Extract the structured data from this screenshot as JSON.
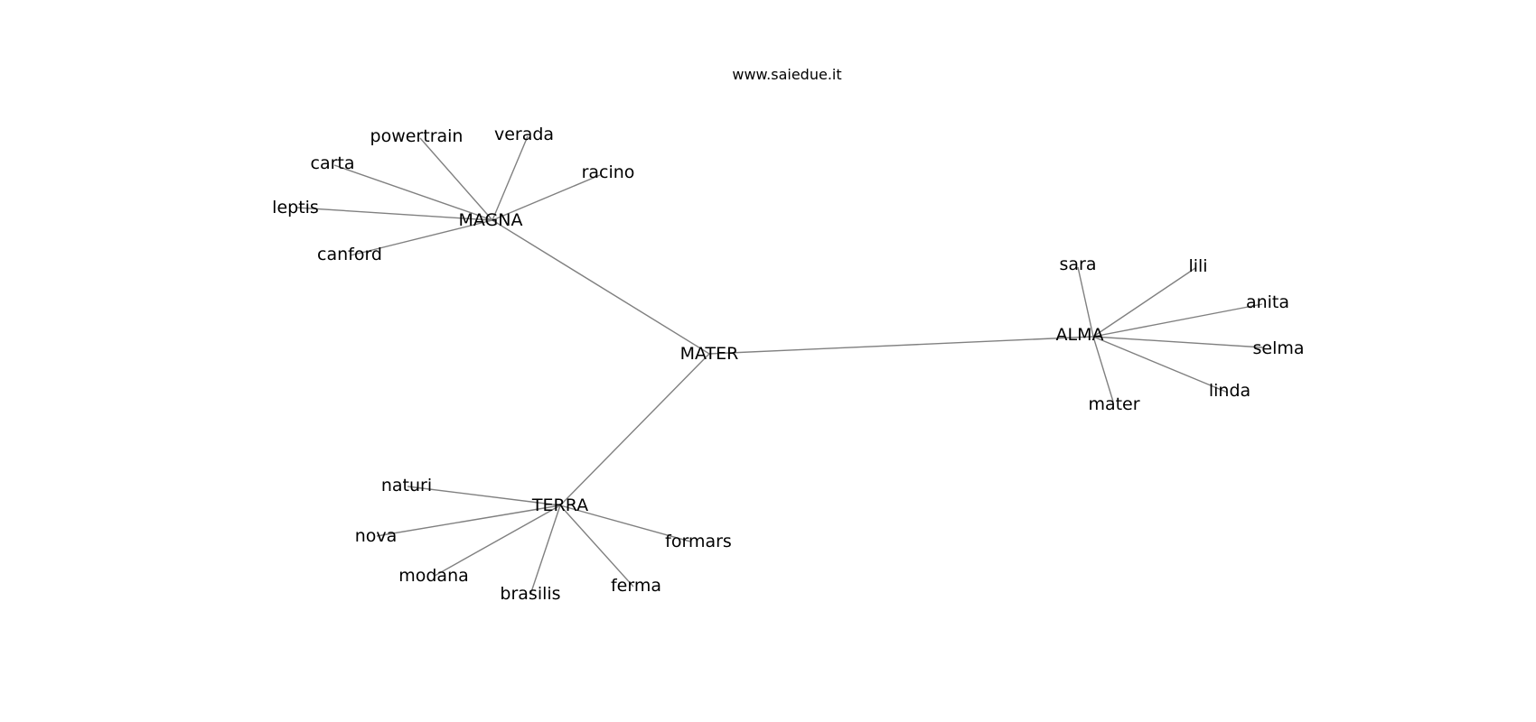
{
  "title": "www.saiedue.it",
  "nodes": [
    {
      "id": "mater_hub",
      "label": "MATER"
    },
    {
      "id": "magna",
      "label": "MAGNA"
    },
    {
      "id": "alma",
      "label": "ALMA"
    },
    {
      "id": "terra",
      "label": "TERRA"
    },
    {
      "id": "powertrain",
      "label": "powertrain"
    },
    {
      "id": "verada",
      "label": "verada"
    },
    {
      "id": "carta",
      "label": "carta"
    },
    {
      "id": "racino",
      "label": "racino"
    },
    {
      "id": "leptis",
      "label": "leptis"
    },
    {
      "id": "canford",
      "label": "canford"
    },
    {
      "id": "sara",
      "label": "sara"
    },
    {
      "id": "lili",
      "label": "lili"
    },
    {
      "id": "anita",
      "label": "anita"
    },
    {
      "id": "selma",
      "label": "selma"
    },
    {
      "id": "linda",
      "label": "linda"
    },
    {
      "id": "mater_leaf",
      "label": "mater"
    },
    {
      "id": "naturi",
      "label": "naturi"
    },
    {
      "id": "nova",
      "label": "nova"
    },
    {
      "id": "formars",
      "label": "formars"
    },
    {
      "id": "modana",
      "label": "modana"
    },
    {
      "id": "ferma",
      "label": "ferma"
    },
    {
      "id": "brasilis",
      "label": "brasilis"
    }
  ],
  "edges": [
    [
      "mater_hub",
      "magna"
    ],
    [
      "mater_hub",
      "alma"
    ],
    [
      "mater_hub",
      "terra"
    ],
    [
      "magna",
      "powertrain"
    ],
    [
      "magna",
      "verada"
    ],
    [
      "magna",
      "carta"
    ],
    [
      "magna",
      "racino"
    ],
    [
      "magna",
      "leptis"
    ],
    [
      "magna",
      "canford"
    ],
    [
      "alma",
      "sara"
    ],
    [
      "alma",
      "lili"
    ],
    [
      "alma",
      "anita"
    ],
    [
      "alma",
      "selma"
    ],
    [
      "alma",
      "linda"
    ],
    [
      "alma",
      "mater_leaf"
    ],
    [
      "terra",
      "naturi"
    ],
    [
      "terra",
      "nova"
    ],
    [
      "terra",
      "formars"
    ],
    [
      "terra",
      "modana"
    ],
    [
      "terra",
      "ferma"
    ],
    [
      "terra",
      "brasilis"
    ]
  ]
}
